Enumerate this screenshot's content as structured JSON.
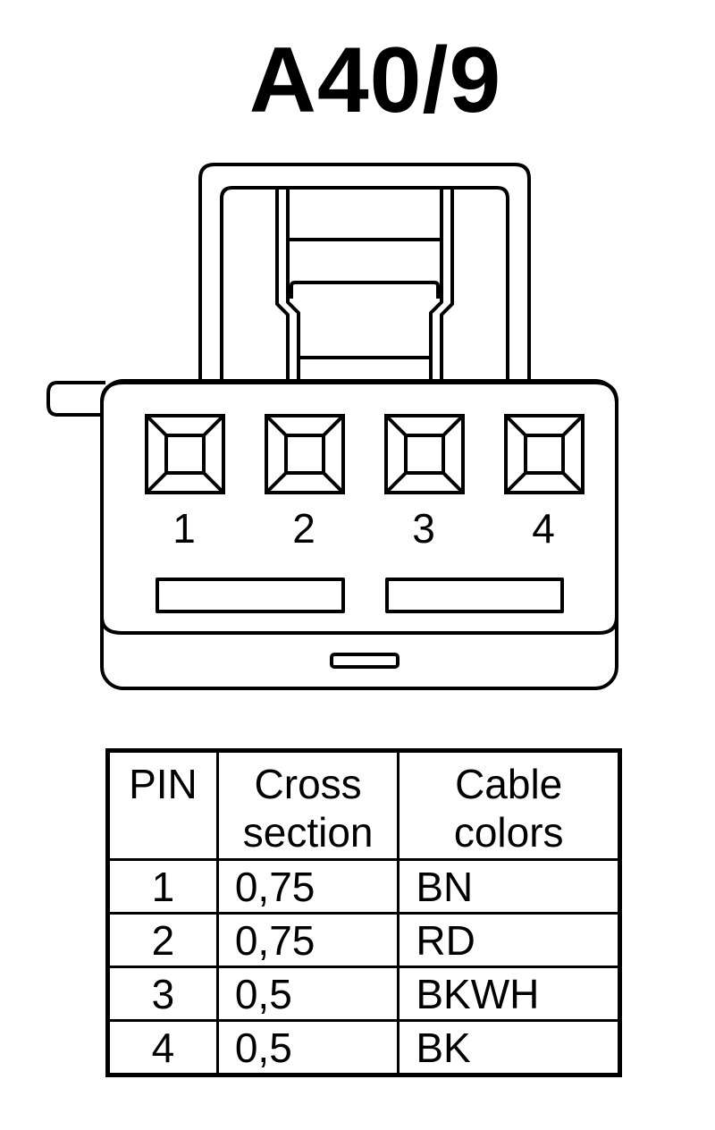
{
  "title": "A40/9",
  "connector": {
    "pins": [
      {
        "number": "1"
      },
      {
        "number": "2"
      },
      {
        "number": "3"
      },
      {
        "number": "4"
      }
    ]
  },
  "table": {
    "headers": {
      "pin": "PIN",
      "cross_line1": "Cross",
      "cross_line2": "section",
      "color_line1": "Cable",
      "color_line2": "colors"
    },
    "rows": [
      {
        "pin": "1",
        "cross_section": "0,75",
        "color": "BN"
      },
      {
        "pin": "2",
        "cross_section": "0,75",
        "color": "RD"
      },
      {
        "pin": "3",
        "cross_section": "0,5",
        "color": "BKWH"
      },
      {
        "pin": "4",
        "cross_section": "0,5",
        "color": "BK"
      }
    ]
  }
}
